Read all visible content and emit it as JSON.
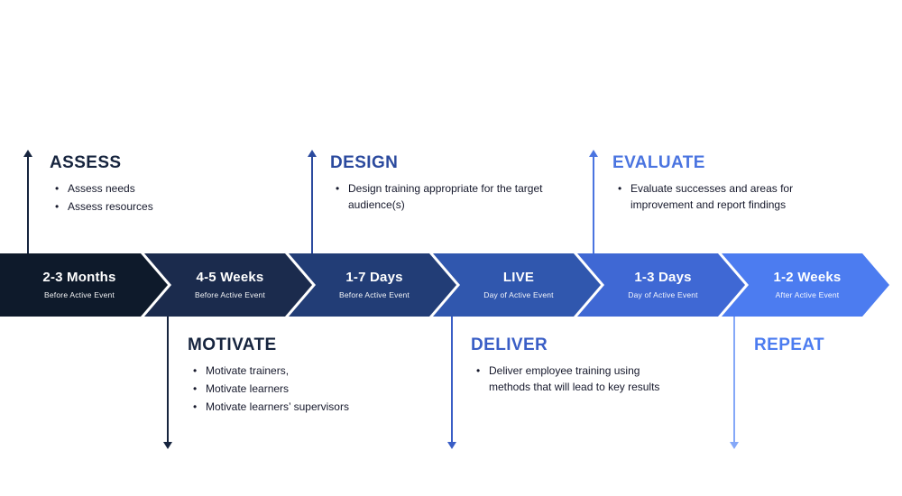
{
  "timeline": {
    "stages": [
      {
        "time": "2-3 Months",
        "sub": "Before Active Event",
        "color": "#0e1a2b"
      },
      {
        "time": "4-5 Weeks",
        "sub": "Before Active Event",
        "color": "#1b2b4d"
      },
      {
        "time": "1-7 Days",
        "sub": "Before Active Event",
        "color": "#223d76"
      },
      {
        "time": "LIVE",
        "sub": "Day of Active Event",
        "color": "#3057ae"
      },
      {
        "time": "1-3 Days",
        "sub": "Day of Active Event",
        "color": "#3f68d4"
      },
      {
        "time": "1-2 Weeks",
        "sub": "After Active Event",
        "color": "#4c7cf0"
      }
    ]
  },
  "annotations": {
    "top": [
      {
        "title": "ASSESS",
        "color": "#16243e",
        "arrow_color": "#16243e",
        "bullets": [
          "Assess needs",
          "Assess resources"
        ]
      },
      {
        "title": "DESIGN",
        "color": "#2b4a9e",
        "arrow_color": "#2b4a9e",
        "bullets": [
          "Design training appropriate for the target audience(s)"
        ]
      },
      {
        "title": "EVALUATE",
        "color": "#4a74e0",
        "arrow_color": "#4a74e0",
        "bullets": [
          "Evaluate successes and areas for improvement and report findings"
        ]
      }
    ],
    "bottom": [
      {
        "title": "MOTIVATE",
        "color": "#16243e",
        "arrow_color": "#16243e",
        "bullets": [
          "Motivate trainers,",
          "Motivate learners",
          "Motivate learners’ supervisors"
        ]
      },
      {
        "title": "DELIVER",
        "color": "#3a5ec6",
        "arrow_color": "#3a5ec6",
        "bullets": [
          "Deliver employee training using methods that will lead to key results"
        ]
      },
      {
        "title": "REPEAT",
        "color": "#4c7cf0",
        "arrow_color": "#85a8f8",
        "bullets": []
      }
    ]
  }
}
